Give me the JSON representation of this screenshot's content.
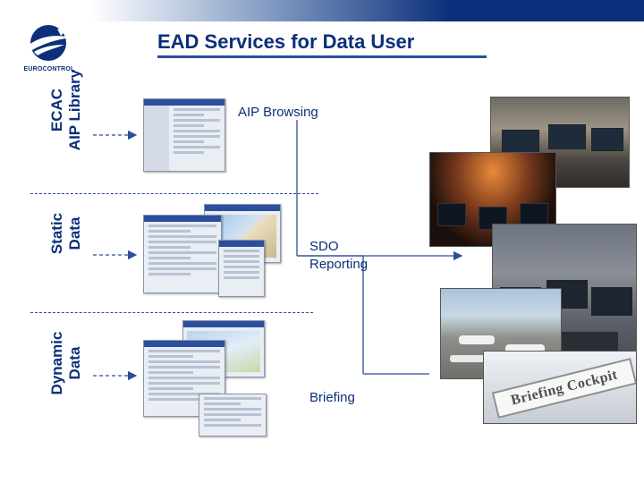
{
  "header": {
    "title": "EAD Services for Data User",
    "logo_text": "EUROCONTROL"
  },
  "sections": {
    "aip": {
      "line1": "ECAC",
      "line2": "AIP Library",
      "label": "AIP Browsing"
    },
    "static": {
      "line1": "Static",
      "line2": "Data",
      "label_line1": "SDO",
      "label_line2": "Reporting"
    },
    "dynamic": {
      "line1": "Dynamic",
      "line2": "Data",
      "label": "Briefing"
    }
  },
  "photos": {
    "briefing_sign": "Briefing Cockpit"
  },
  "colors": {
    "brand_blue": "#0b2f7a",
    "line_blue": "#2a4d9c"
  }
}
